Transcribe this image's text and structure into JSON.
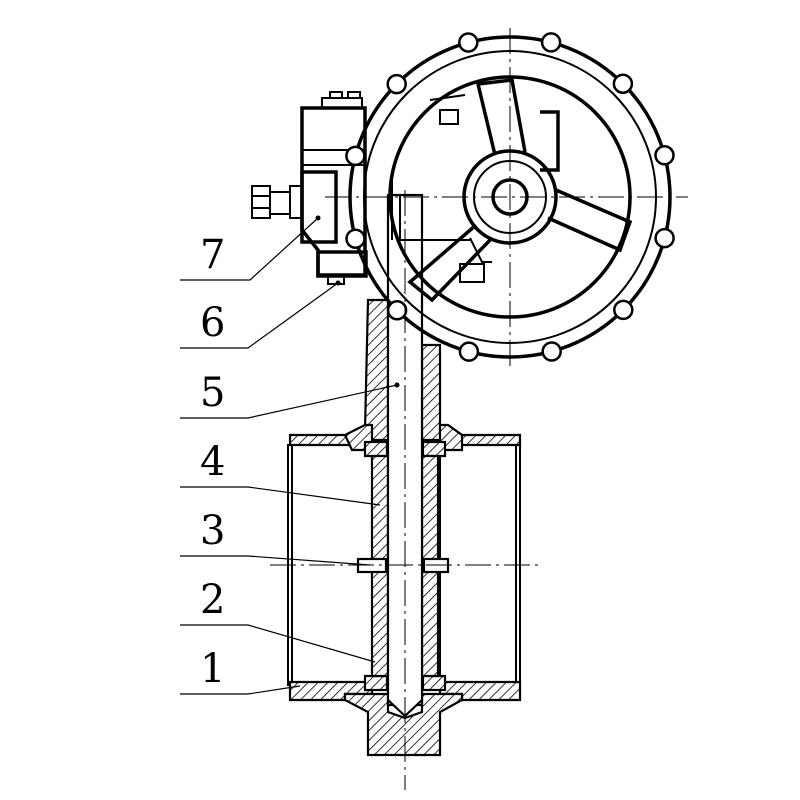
{
  "diagram": {
    "callouts": [
      {
        "id": "1",
        "label": "1"
      },
      {
        "id": "2",
        "label": "2"
      },
      {
        "id": "3",
        "label": "3"
      },
      {
        "id": "4",
        "label": "4"
      },
      {
        "id": "5",
        "label": "5"
      },
      {
        "id": "6",
        "label": "6"
      },
      {
        "id": "7",
        "label": "7"
      }
    ],
    "line_color": "#000000",
    "background_color": "#ffffff"
  }
}
